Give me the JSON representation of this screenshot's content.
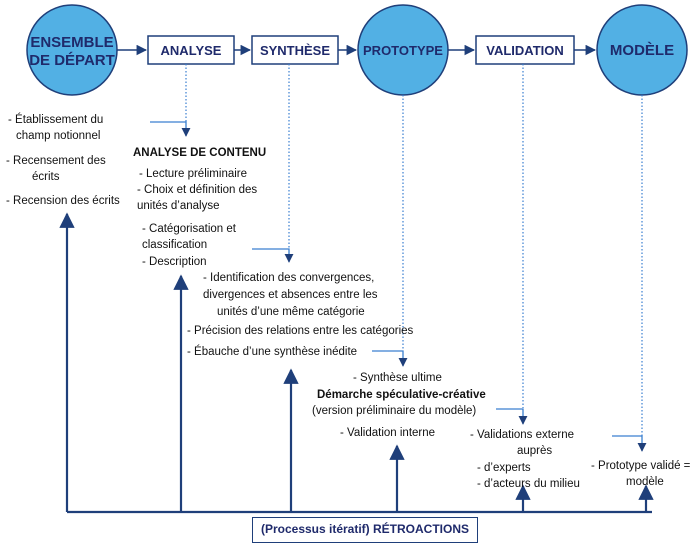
{
  "stages": {
    "ensemble": [
      "ENSEMBLE",
      "DE DÉPART"
    ],
    "analyse": "ANALYSE",
    "synthese": "SYNTHÈSE",
    "prototype": "PROTOTYPE",
    "validation": "VALIDATION",
    "modele": "MODÈLE"
  },
  "colors": {
    "circle_fill": "#52b0e4",
    "circle_stroke": "#1f3f7a",
    "box_stroke": "#1f3f7a",
    "arrow": "#1f3f7a",
    "text": "#1f2a6b"
  },
  "ensemble_notes": {
    "l1": "- Établissement du",
    "l2": "champ notionnel",
    "l3": "- Recensement des",
    "l4": "écrits",
    "l5": "- Recension des écrits"
  },
  "analyse_notes": {
    "title": "ANALYSE DE CONTENU",
    "l1": "- Lecture préliminaire",
    "l2": "- Choix et définition des",
    "l3": "unités d’analyse",
    "l4": "- Catégorisation et",
    "l5": "classification",
    "l6": "- Description"
  },
  "synthese_notes": {
    "l1": "- Identification des convergences,",
    "l2": "divergences et absences entre les",
    "l3": "unités d’une même catégorie",
    "l4": "- Précision des relations entre les catégories",
    "l5": "- Ébauche d’une synthèse inédite"
  },
  "prototype_notes": {
    "l1": "- Synthèse ultime",
    "l2": "Démarche spéculative-créative",
    "l3": "(version préliminaire du modèle)",
    "l4": "- Validation interne"
  },
  "validation_notes": {
    "l1": "- Validations externe",
    "l2": "auprès",
    "l3": "- d’experts",
    "l4": "- d’acteurs du milieu"
  },
  "modele_notes": {
    "l1": "- Prototype validé =",
    "l2": "modèle"
  },
  "feedback": "(Processus itératif) RÉTROACTIONS"
}
